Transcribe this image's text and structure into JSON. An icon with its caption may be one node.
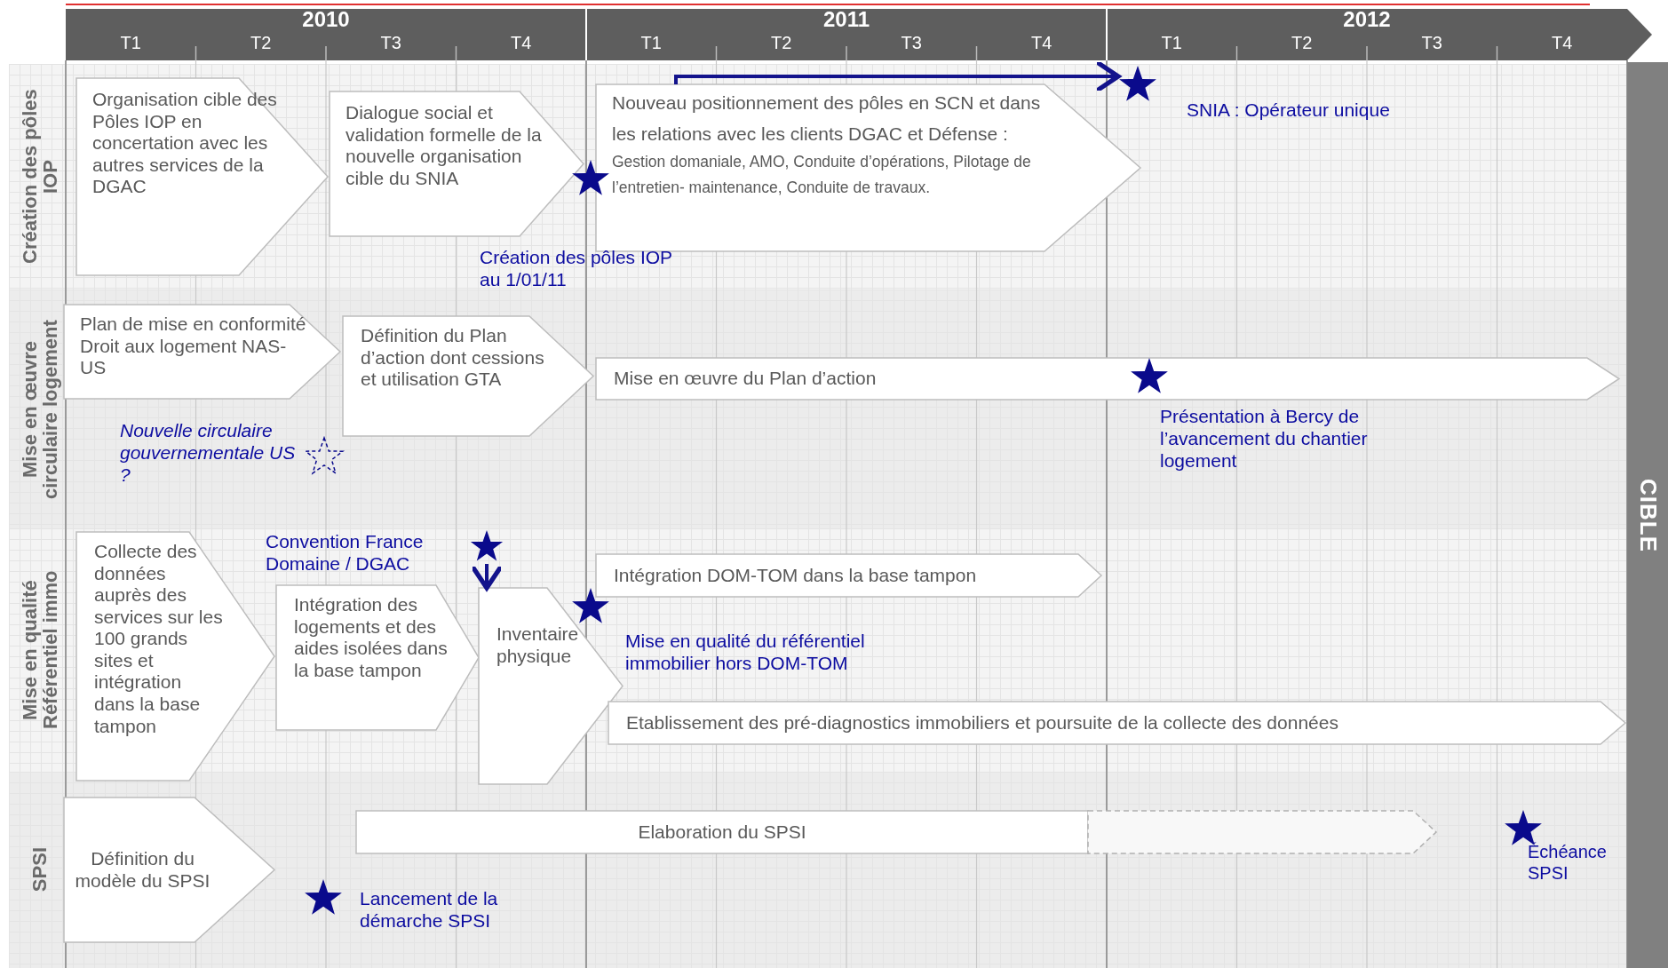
{
  "diagram": {
    "nodes": [
      {
        "text": [
          "Création des pôles IOP"
        ]
      },
      {
        "text": [
          "Organisation cible des Pôles IOP en concertation avec les autres services de la DGAC"
        ],
        "in": 0
      },
      {
        "text": [
          "Dialogue social et validation formelle de la nouvelle organisation cible du SNIA"
        ],
        "in": 0
      },
      {
        "text": [],
        "shape": "star",
        "in": 0
      },
      {
        "text": [
          "Nouveau positionnement des pôles en SCN et dans les relations avec les clients DGAC et Défense :",
          "Gestion domaniale, AMO, Conduite d’opérations, Pilotage de l’entretien- maintenance, Conduite de travaux."
        ],
        "in": 0
      },
      {
        "text": [],
        "shape": "star",
        "in": 0
      },
      {
        "text": [
          "Mise en œuvre circulaire logement"
        ]
      },
      {
        "text": [
          "Plan de mise en conformité Droit aux logement NAS-US"
        ],
        "in": 6
      },
      {
        "text": [
          "Définition du Plan d’action dont cessions et utilisation GTA"
        ],
        "in": 6
      },
      {
        "text": [
          "Mise en œuvre du Plan d’action"
        ],
        "in": 6
      },
      {
        "text": [
          "Mise en qualité Référentiel immo"
        ]
      },
      {
        "text": [
          "Collecte des données auprès des services sur les 100 grands sites et intégration dans la base tampon"
        ],
        "in": 10
      },
      {
        "text": [],
        "shape": "star",
        "in": 10
      },
      {
        "text": [
          "Intégration des logements et des aides isolées dans la base tampon"
        ],
        "in": 10
      },
      {
        "text": [
          "Inventaire physique"
        ],
        "in": 10
      },
      {
        "text": [
          "Intégration DOM-TOM dans la base tampon"
        ],
        "in": 10
      },
      {
        "text": [
          "Etablissement des pré-diagnostics immobiliers et poursuite de la collecte des données"
        ],
        "in": 10
      },
      {
        "text": [
          "SPSI"
        ]
      },
      {
        "text": [
          "Définition du modèle du SPSI"
        ],
        "in": 17
      },
      {
        "text": [],
        "shape": "star",
        "in": 17
      },
      {
        "text": [
          "Elaboration du SPSI"
        ],
        "in": 17
      },
      {
        "text": [],
        "shape": "arrow",
        "in": 17
      },
      {
        "text": [
          "CIBLE"
        ]
      }
    ],
    "edges": [
      {
        "from": 4,
        "to": 5,
        "arrow": "to"
      },
      {
        "from": 12,
        "to": 14,
        "arrow": "to"
      }
    ],
    "labels": [
      "2010",
      "2011",
      "2012",
      "T1",
      "T2",
      "T3",
      "T4",
      "T1",
      "T2",
      "T3",
      "T4",
      "T1",
      "T2",
      "T3",
      "T4",
      "SNIA : Opérateur unique",
      "Création des pôles IOP au 1/01/11",
      "Nouvelle circulaire gouvernementale US ?",
      "Présentation à Bercy de l’avancement du chantier logement",
      "Convention France Domaine / DGAC",
      "Mise en qualité du référentiel immobilier hors DOM-TOM",
      "Échéance SPSI",
      "Lancement de la démarche SPSI"
    ]
  }
}
